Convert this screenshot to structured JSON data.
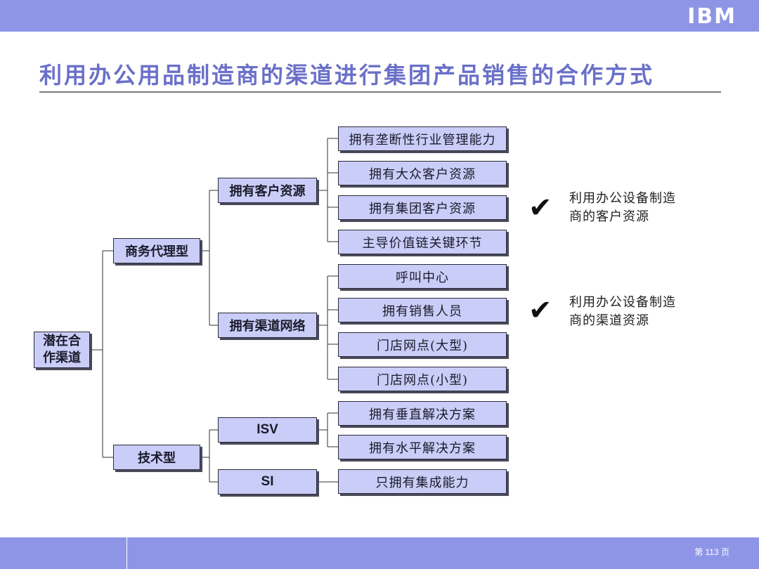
{
  "header": {
    "logo": "IBM"
  },
  "title": "利用办公用品制造商的渠道进行集团产品销售的合作方式",
  "diagram": {
    "root": {
      "line1": "潜在合",
      "line2": "作渠道"
    },
    "level1": {
      "business": "商务代理型",
      "tech": "技术型"
    },
    "level2": {
      "customers": "拥有客户资源",
      "channels": "拥有渠道网络",
      "isv": "ISV",
      "si": "SI"
    },
    "leaves": {
      "l1": "拥有垄断性行业管理能力",
      "l2": "拥有大众客户资源",
      "l3": "拥有集团客户资源",
      "l4": "主导价值链关键环节",
      "l5": "呼叫中心",
      "l6": "拥有销售人员",
      "l7": "门店网点(大型)",
      "l8": "门店网点(小型)",
      "l9": "拥有垂直解决方案",
      "l10": "拥有水平解决方案",
      "l11": "只拥有集成能力"
    },
    "notes": {
      "n1": {
        "line1": "利用办公设备制造",
        "line2": "商的客户资源"
      },
      "n2": {
        "line1": "利用办公设备制造",
        "line2": "商的渠道资源"
      }
    }
  },
  "footer": {
    "page": "第 113 页"
  }
}
